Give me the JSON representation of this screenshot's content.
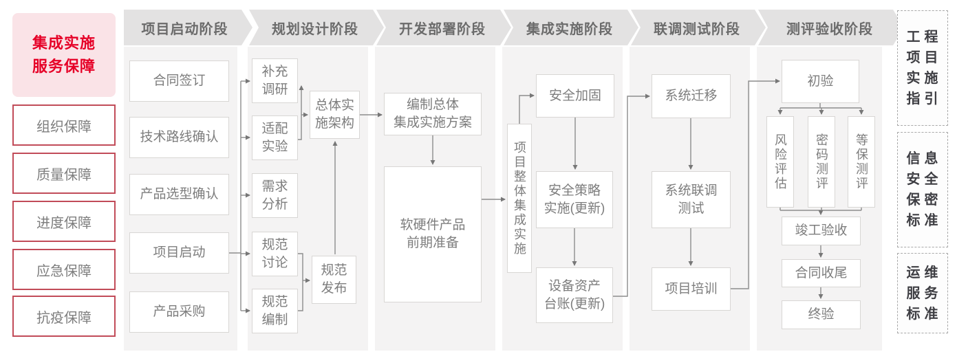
{
  "sidebar": {
    "title": "集成实施\n服务保障",
    "items": [
      {
        "label": "组织保障"
      },
      {
        "label": "质量保障"
      },
      {
        "label": "进度保障"
      },
      {
        "label": "应急保障"
      },
      {
        "label": "抗疫保障"
      }
    ]
  },
  "phases": [
    {
      "label": "项目启动阶段",
      "nodes": [
        {
          "label": "合同签订"
        },
        {
          "label": "技术路线确认"
        },
        {
          "label": "产品选型确认"
        },
        {
          "label": "项目启动"
        },
        {
          "label": "产品采购"
        }
      ]
    },
    {
      "label": "规划设计阶段",
      "nodes": [
        {
          "label": "补充\n调研"
        },
        {
          "label": "适配\n实验"
        },
        {
          "label": "需求\n分析"
        },
        {
          "label": "规范\n讨论"
        },
        {
          "label": "规范\n编制"
        },
        {
          "label": "总体实\n施架构"
        },
        {
          "label": "规范\n发布"
        }
      ]
    },
    {
      "label": "开发部署阶段",
      "nodes": [
        {
          "label": "编制总体\n集成实施方案"
        },
        {
          "label": "软硬件产品\n前期准备"
        }
      ]
    },
    {
      "label": "集成实施阶段",
      "nodes": [
        {
          "label": "项目整体集成实施"
        },
        {
          "label": "安全加固"
        },
        {
          "label": "安全策略\n实施(更新)"
        },
        {
          "label": "设备资产\n台账(更新)"
        }
      ]
    },
    {
      "label": "联调测试阶段",
      "nodes": [
        {
          "label": "系统迁移"
        },
        {
          "label": "系统联调\n测试"
        },
        {
          "label": "项目培训"
        }
      ]
    },
    {
      "label": "测评验收阶段",
      "nodes": [
        {
          "label": "初验"
        },
        {
          "label": "风险评估"
        },
        {
          "label": "密码测评"
        },
        {
          "label": "等保测评"
        },
        {
          "label": "竣工验收"
        },
        {
          "label": "合同收尾"
        },
        {
          "label": "终验"
        }
      ]
    }
  ],
  "standards": [
    {
      "label": "工程\n项目\n实施\n指引"
    },
    {
      "label": "信息\n安全\n保密\n标准"
    },
    {
      "label": "运维\n服务\n标准"
    }
  ],
  "colors": {
    "accent_red": "#e60027",
    "pink_bg": "#fae3e7",
    "red_border": "#c14b58",
    "header_bg": "#e3e2e2",
    "header_text": "#6b6b6b",
    "panel_bg": "#f4f3f3",
    "box_border": "#d8d6d4",
    "box_text": "#7d7d7d",
    "connector": "#8c8c8c"
  }
}
